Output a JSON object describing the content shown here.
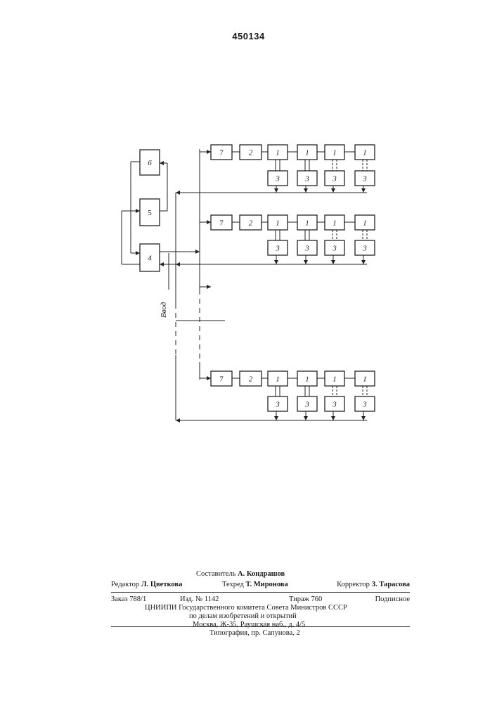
{
  "document": {
    "patent_number": "450134"
  },
  "diagram": {
    "side_blocks": {
      "block_6": "6",
      "block_5": "5",
      "block_4": "4"
    },
    "input_label": "Ввод",
    "chain_labels": {
      "block_7": "7",
      "block_2": "2",
      "block_1": "1",
      "block_3": "3"
    }
  },
  "footer": {
    "compiler_label": "Составитель",
    "compiler_name": "А. Кондрашов",
    "editor_label": "Редактор",
    "editor_name": "Л. Цветкова",
    "techred_label": "Техред",
    "techred_name": "Т. Миронова",
    "corrector_label": "Корректор",
    "corrector_name": "З. Тарасова",
    "order": "Заказ 788/1",
    "edition": "Изд. № 1142",
    "print_run": "Тираж 760",
    "subscription": "Подписное",
    "org_line1": "ЦНИИПИ Государственного комитета Совета Министров СССР",
    "org_line2": "по делам изобретений и открытий",
    "org_line3": "Москва, Ж-35, Раушская наб., д. 4/5",
    "printer": "Типография, пр. Сапунова, 2"
  }
}
